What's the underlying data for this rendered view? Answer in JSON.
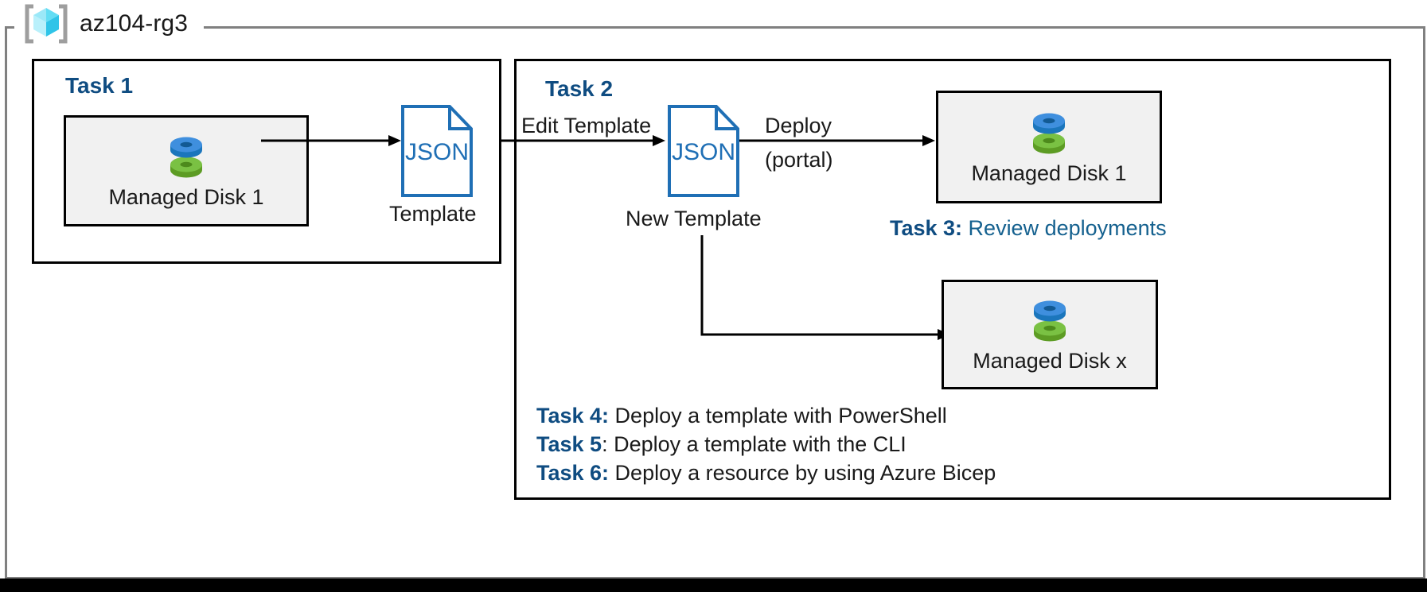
{
  "resource_group": {
    "name": "az104-rg3",
    "icon": "azure-resource-group-icon"
  },
  "task1": {
    "heading": "Task 1",
    "resource": {
      "label": "Managed Disk 1",
      "icon": "managed-disk-icon"
    },
    "template": {
      "doc_text": "JSON",
      "caption": "Template",
      "icon": "json-document-icon"
    },
    "connector_label": ""
  },
  "task2": {
    "heading": "Task 2",
    "edit_label": "Edit Template",
    "template": {
      "doc_text": "JSON",
      "caption": "New Template",
      "icon": "json-document-icon"
    },
    "deploy_label_line1": "Deploy",
    "deploy_label_line2": "(portal)",
    "deployed_resource": {
      "label": "Managed Disk 1",
      "icon": "managed-disk-icon"
    },
    "second_resource": {
      "label": "Managed Disk x",
      "icon": "managed-disk-icon"
    }
  },
  "task3": {
    "key": "Task 3:",
    "text": " Review deployments"
  },
  "task_list": [
    {
      "key": "Task 4:",
      "text": " Deploy a template with PowerShell"
    },
    {
      "key": "Task 5",
      "text": ": Deploy a template with the CLI"
    },
    {
      "key": "Task 6:",
      "text": " Deploy a resource by using Azure Bicep"
    }
  ],
  "colors": {
    "frame_gray": "#808080",
    "task_blue": "#0f4c81",
    "caption_blue": "#15618f",
    "json_blue": "#1f6fb5",
    "resource_fill": "#f1f1f1",
    "disk_blue": "#3f8fde",
    "disk_green": "#70ad32",
    "rg_cube_cyan": "#4fd8f5"
  }
}
